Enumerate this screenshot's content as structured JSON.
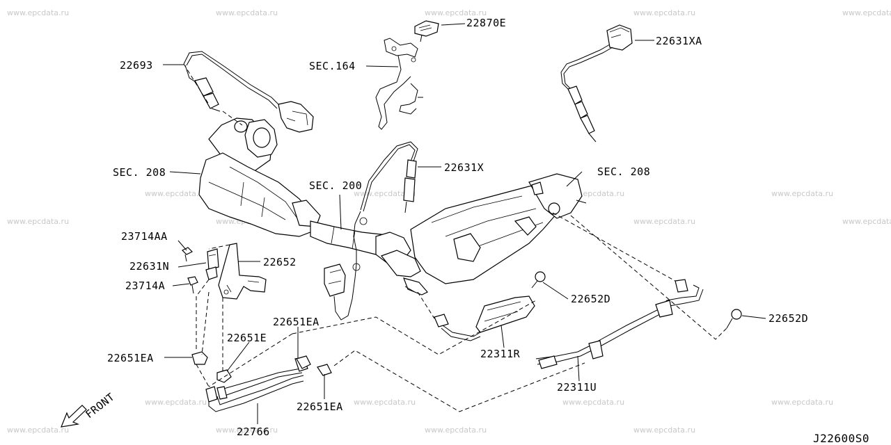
{
  "watermark": "www.epcdata.ru",
  "diagram_code": "J22600S0",
  "front_label": "FRONT",
  "labels": {
    "l22870E": "22870E",
    "l22631XA": "22631XA",
    "l22693": "22693",
    "lSEC164": "SEC.164",
    "lSEC208a": "SEC. 208",
    "lSEC208b": "SEC. 208",
    "lSEC200": "SEC. 200",
    "l22631X": "22631X",
    "l23714AA": "23714AA",
    "l22631N": "22631N",
    "l22652": "22652",
    "l23714A": "23714A",
    "l22652Da": "22652D",
    "l22652Db": "22652D",
    "l22651EAa": "22651EA",
    "l22651E": "22651E",
    "l22651EAb": "22651EA",
    "l22651EAc": "22651EA",
    "l22311R": "22311R",
    "l22311U": "22311U",
    "l22766": "22766"
  }
}
